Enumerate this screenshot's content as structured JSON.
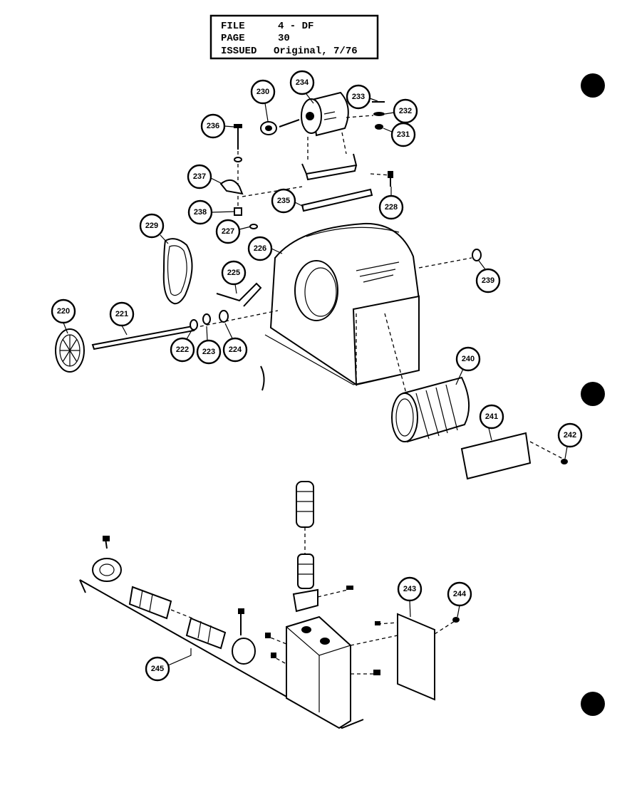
{
  "header": {
    "file_label": "FILE",
    "file_value": "4 - DF",
    "page_label": "PAGE",
    "page_value": "30",
    "issued_label": "ISSUED",
    "issued_value": "Original, 7/76"
  },
  "callouts": [
    {
      "id": "220",
      "label": "220"
    },
    {
      "id": "221",
      "label": "221"
    },
    {
      "id": "222",
      "label": "222"
    },
    {
      "id": "223",
      "label": "223"
    },
    {
      "id": "224",
      "label": "224"
    },
    {
      "id": "225",
      "label": "225"
    },
    {
      "id": "226",
      "label": "226"
    },
    {
      "id": "227",
      "label": "227"
    },
    {
      "id": "228",
      "label": "228"
    },
    {
      "id": "229",
      "label": "229"
    },
    {
      "id": "230",
      "label": "230"
    },
    {
      "id": "231",
      "label": "231"
    },
    {
      "id": "232",
      "label": "232"
    },
    {
      "id": "233",
      "label": "233"
    },
    {
      "id": "234",
      "label": "234"
    },
    {
      "id": "235",
      "label": "235"
    },
    {
      "id": "236",
      "label": "236"
    },
    {
      "id": "237",
      "label": "237"
    },
    {
      "id": "238",
      "label": "238"
    },
    {
      "id": "239",
      "label": "239"
    },
    {
      "id": "240",
      "label": "240"
    },
    {
      "id": "241",
      "label": "241"
    },
    {
      "id": "242",
      "label": "242"
    },
    {
      "id": "243",
      "label": "243"
    },
    {
      "id": "244",
      "label": "244"
    },
    {
      "id": "245",
      "label": "245"
    }
  ]
}
